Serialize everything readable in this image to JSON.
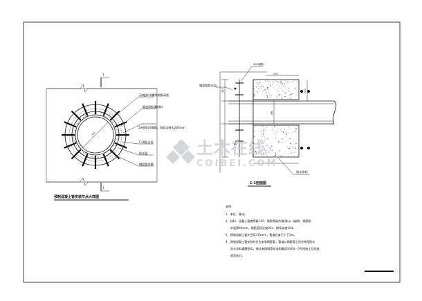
{
  "plan_view": {
    "section_mark_top": "1",
    "section_mark_bottom": "1",
    "diameter_label": "DN",
    "callouts": [
      "24根Φ10螺纹钢筋间距",
      "钢丝网防漏材料",
      "24根Φ10钢筋，间距沿周长280mm",
      "C30防水砼",
      "防水层",
      "钢套管外壁"
    ],
    "title": "预制混凝土管安装节点大样图"
  },
  "section_view": {
    "top_dims": [
      "Φ10钢筋",
      "200"
    ],
    "top_left_label": "钢套管防水层",
    "dims_left": [
      "150",
      "100"
    ],
    "dim_center": "DN",
    "dim_right": "200",
    "bottom_label": "防水涂料",
    "title": "1-1剖面图"
  },
  "notes": {
    "heading": "说明：",
    "lines": [
      "1、单位：毫米。",
      "2、材料：混凝土强度等级C30，钢筋等级为Ⅰ级钢 φ—I级钢，钢筋保",
      "护层厚40mm，钢筋搭接长度35d，焊接长度10d。",
      "3、预制混凝土管外径D+50mm，管道长度不小于2m。",
      "4、预制混凝土管安装时应先安装钢套管，管道与钢套管之间空隙用防水",
      "防水涂料填塞密实，做法参照国家标准图集02S404—3号图施工及验收",
      "规范执行。"
    ]
  },
  "watermark": {
    "text": "土木在线",
    "subtext": "COIBEI.COM"
  },
  "colors": {
    "ink": "#111111",
    "watermark": "#c9ccd2",
    "background": "#ffffff"
  }
}
